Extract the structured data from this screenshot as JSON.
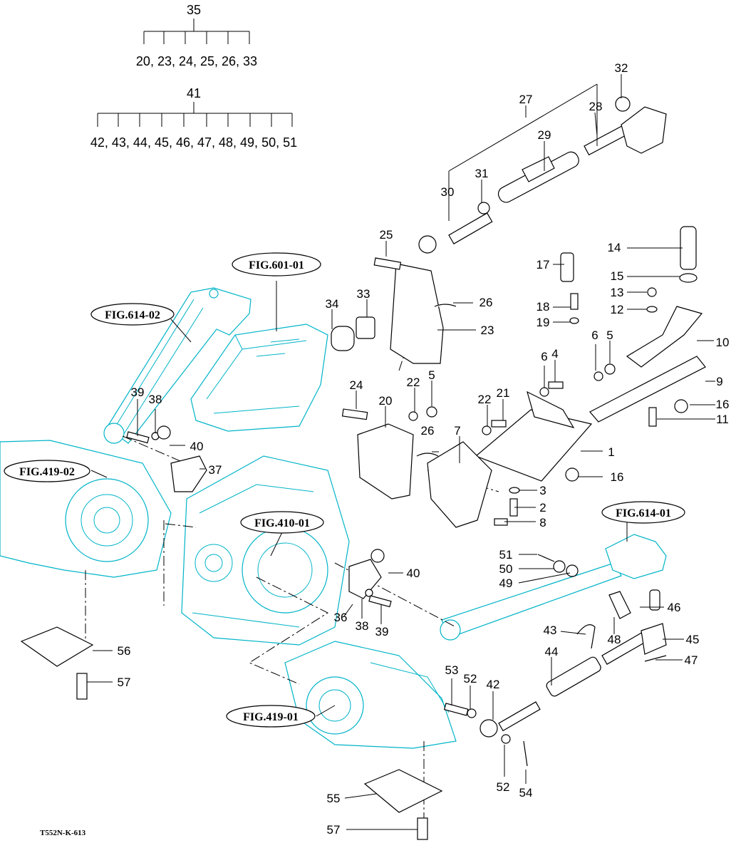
{
  "diagram": {
    "drawing_code": "T552N-K-613",
    "group_35": {
      "parent": "35",
      "children": "20, 23, 24, 25, 26, 33"
    },
    "group_41": {
      "parent": "41",
      "children": "42, 43, 44, 45, 46, 47, 48, 49, 50, 51"
    },
    "figure_refs": {
      "fig601": "FIG.601-01",
      "fig614_02": "FIG.614-02",
      "fig419_02": "FIG.419-02",
      "fig410": "FIG.410-01",
      "fig614_01": "FIG.614-01",
      "fig419_01": "FIG.419-01"
    },
    "callouts": {
      "c1": "1",
      "c2": "2",
      "c3": "3",
      "c4": "4",
      "c5a": "5",
      "c5b": "5",
      "c6a": "6",
      "c6b": "6",
      "c7": "7",
      "c8": "8",
      "c9": "9",
      "c10": "10",
      "c11": "11",
      "c12": "12",
      "c13": "13",
      "c14": "14",
      "c15": "15",
      "c16a": "16",
      "c16b": "16",
      "c17": "17",
      "c18": "18",
      "c19": "19",
      "c20": "20",
      "c21": "21",
      "c22a": "22",
      "c22b": "22",
      "c23": "23",
      "c24": "24",
      "c25": "25",
      "c26a": "26",
      "c26b": "26",
      "c27": "27",
      "c28": "28",
      "c29": "29",
      "c30": "30",
      "c31": "31",
      "c32": "32",
      "c33": "33",
      "c34": "34",
      "c36": "36",
      "c37": "37",
      "c38a": "38",
      "c38b": "38",
      "c39a": "39",
      "c39b": "39",
      "c40a": "40",
      "c40b": "40",
      "c42": "42",
      "c43": "43",
      "c44": "44",
      "c45": "45",
      "c46": "46",
      "c47": "47",
      "c48": "48",
      "c49": "49",
      "c50": "50",
      "c51": "51",
      "c52a": "52",
      "c52b": "52",
      "c53": "53",
      "c54": "54",
      "c55": "55",
      "c56": "56",
      "c57a": "57",
      "c57b": "57"
    }
  }
}
